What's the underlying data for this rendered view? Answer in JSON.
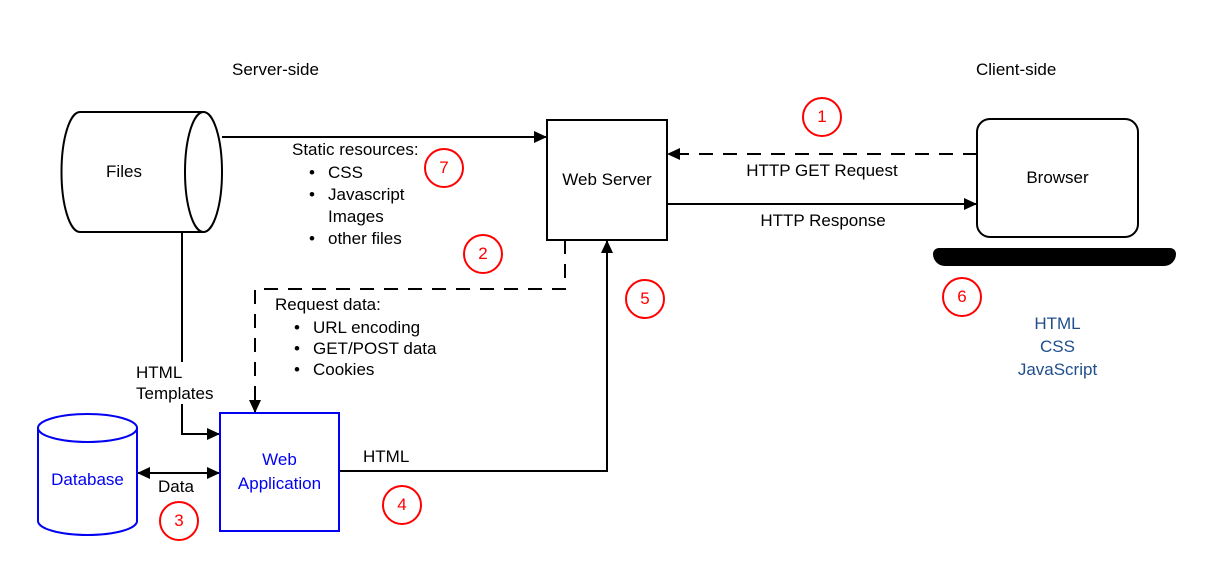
{
  "colors": {
    "annotation_red": "#ff0000",
    "node_blue": "#0202f0",
    "client_stack_blue": "#1f4e8c",
    "line_black": "#000000"
  },
  "regions": {
    "server_side": "Server-side",
    "client_side": "Client-side"
  },
  "nodes": {
    "files": "Files",
    "web_server": "Web Server",
    "browser": "Browser",
    "database": "Database",
    "web_application": "Web\nApplication"
  },
  "edges": {
    "static_resources": {
      "title": "Static resources:",
      "items": [
        "CSS",
        "Javascript",
        "Images",
        "other files"
      ]
    },
    "request_data": {
      "title": "Request data:",
      "items": [
        "URL encoding",
        "GET/POST data",
        "Cookies"
      ]
    },
    "html_templates": "HTML\nTemplates",
    "data": "Data",
    "html": "HTML",
    "http_get_request": "HTTP GET Request",
    "http_response": "HTTP Response"
  },
  "client_stack": [
    "HTML",
    "CSS",
    "JavaScript"
  ],
  "steps": [
    "1",
    "2",
    "3",
    "4",
    "5",
    "6",
    "7"
  ]
}
